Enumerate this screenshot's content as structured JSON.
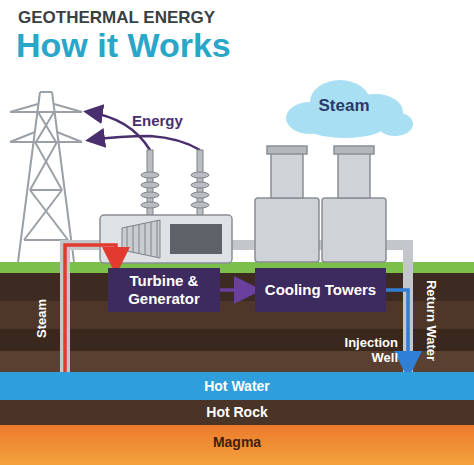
{
  "diagram": {
    "title": "GEOTHERMAL ENERGY",
    "nodes": [
      {
        "text": [
          "Turbine & Generator"
        ]
      },
      {
        "text": [
          "Cooling Towers"
        ]
      },
      {
        "text": [
          "Hot Water"
        ]
      },
      {
        "text": [
          "Hot Rock"
        ]
      },
      {
        "text": [
          "Magma"
        ]
      }
    ],
    "edges": [
      {
        "from": 2,
        "to": 0,
        "arrow": "to",
        "label": "Steam"
      },
      {
        "from": 0,
        "to": 1,
        "arrow": "to"
      },
      {
        "from": 1,
        "to": 2,
        "arrow": "to",
        "label": "Return Water"
      }
    ],
    "labels": [
      "How it Works",
      "Energy",
      "Steam",
      "Injection Well"
    ]
  }
}
